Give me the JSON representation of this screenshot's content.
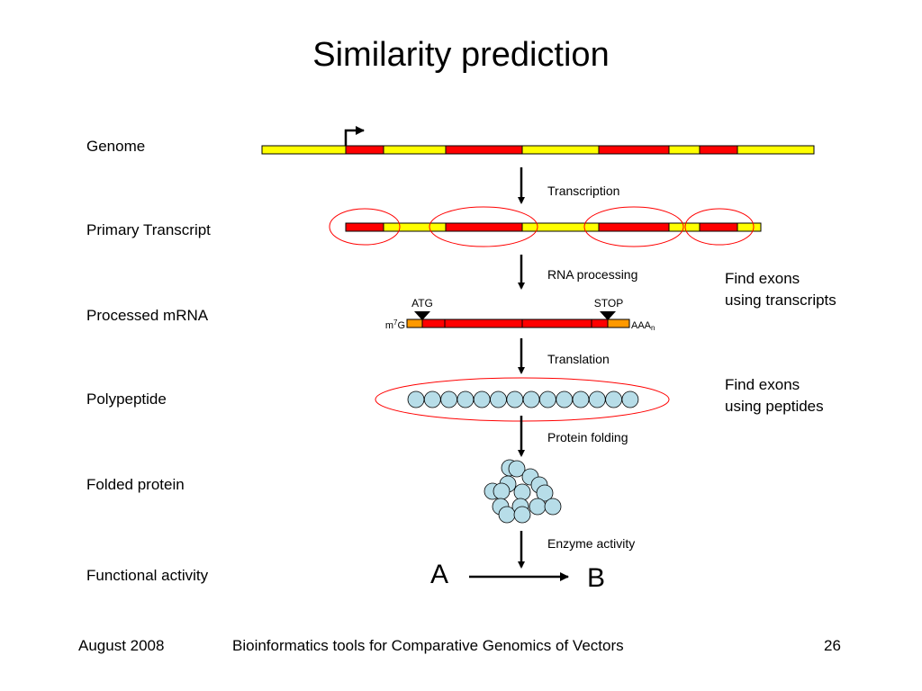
{
  "title": "Similarity prediction",
  "rows": {
    "genome": "Genome",
    "primary_transcript": "Primary Transcript",
    "processed_mrna": "Processed mRNA",
    "polypeptide": "Polypeptide",
    "folded_protein": "Folded protein",
    "functional_activity": "Functional activity"
  },
  "steps": {
    "transcription": "Transcription",
    "rna_processing": "RNA processing",
    "translation": "Translation",
    "protein_folding": "Protein folding",
    "enzyme_activity": "Enzyme activity"
  },
  "notes": {
    "transcripts_line1": "Find exons",
    "transcripts_line2": "using transcripts",
    "peptides_line1": "Find exons",
    "peptides_line2": "using peptides"
  },
  "mrna": {
    "start_codon": "ATG",
    "stop_codon": "STOP",
    "cap": "m",
    "cap_sup": "7",
    "cap_end": "G",
    "tail": "AAA",
    "tail_sub": "n"
  },
  "reaction": {
    "substrate": "A",
    "product": "B"
  },
  "footer": {
    "date": "August 2008",
    "course": "Bioinformatics tools for Comparative Genomics of Vectors",
    "page": "26"
  },
  "colors": {
    "intron": "#ffff00",
    "exon": "#ff0000",
    "utr": "#ff9900",
    "residue": "#b7dde8",
    "highlight_ring": "#ff0000"
  }
}
